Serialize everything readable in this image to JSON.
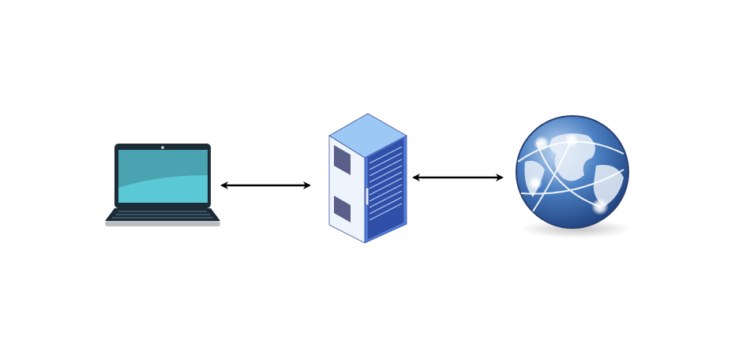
{
  "diagram": {
    "nodes": [
      {
        "id": "client",
        "icon": "laptop-icon"
      },
      {
        "id": "server",
        "icon": "server-rack-icon"
      },
      {
        "id": "internet",
        "icon": "globe-icon"
      }
    ],
    "edges": [
      {
        "from": "client",
        "to": "server",
        "direction": "bidirectional"
      },
      {
        "from": "server",
        "to": "internet",
        "direction": "bidirectional"
      }
    ],
    "colors": {
      "laptop_bezel": "#1d2b36",
      "laptop_screen": "#4aa3b0",
      "laptop_screen_light": "#5bc8d6",
      "server_top": "#9cc8f5",
      "server_side": "#eef4fc",
      "server_front": "#4f7fe0",
      "arrow": "#000000",
      "globe": "#3a6fb5"
    }
  }
}
